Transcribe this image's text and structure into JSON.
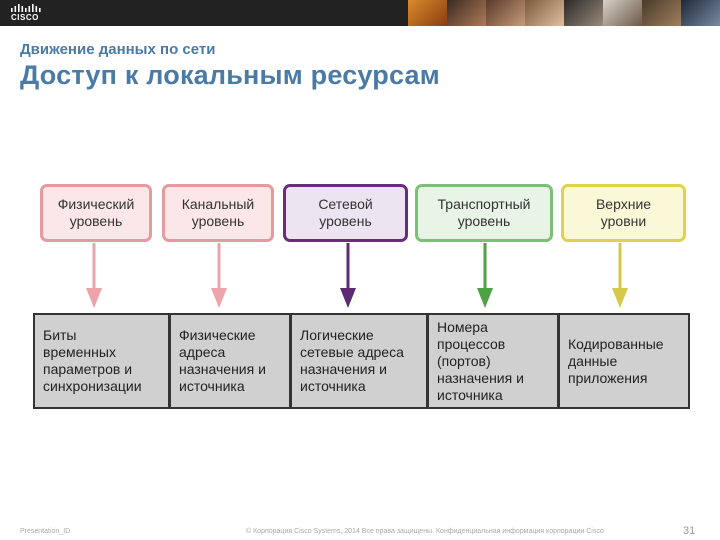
{
  "header": {
    "logo_text": "CISCO",
    "subtitle": "Движение данных по сети",
    "title": "Доступ к локальным ресурсам"
  },
  "layers": [
    {
      "label": "Физический\nуровень",
      "border": "#e69aa0",
      "fill": "#fbe7e8",
      "arrow": "#eca4aa"
    },
    {
      "label": "Канальный\nуровень",
      "border": "#e69aa0",
      "fill": "#fbe7e8",
      "arrow": "#eca4aa"
    },
    {
      "label": "Сетевой\nуровень",
      "border": "#6a2c7e",
      "fill": "#ece4f0",
      "arrow": "#5e2a72"
    },
    {
      "label": "Транспортный\nуровень",
      "border": "#7cc078",
      "fill": "#e7f4e6",
      "arrow": "#4ea246"
    },
    {
      "label": "Верхние\nуровни",
      "border": "#e0d24a",
      "fill": "#fbf8d8",
      "arrow": "#d8c84a"
    }
  ],
  "cells": [
    "Биты\nвременных\nпараметров и\nсинхронизации",
    "Физические\nадреса\nназначения и\nисточника",
    "Логические\nсетевые адреса\nназначения и\nисточника",
    "Номера\nпроцессов\n(портов)\nназначения и\nисточника",
    "Кодированные\nданные\nприложения"
  ],
  "footer": {
    "left": "Presentation_ID",
    "center": "© Корпорация Cisco Systems, 2014 Все права защищены. Конфиденциальная информация корпорации Cisco",
    "page": "31"
  }
}
